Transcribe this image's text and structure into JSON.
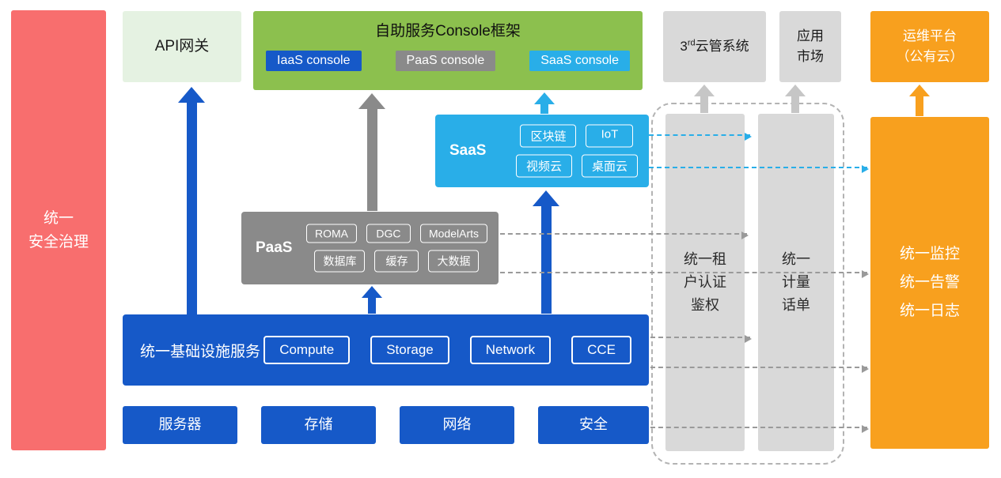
{
  "left_bar": {
    "label": "统一\n安全治理"
  },
  "api_gateway": {
    "label": "API网关"
  },
  "console": {
    "title": "自助服务Console框架",
    "buttons": [
      {
        "label": "IaaS console",
        "color": "#1659C8"
      },
      {
        "label": "PaaS console",
        "color": "#8A8A8A"
      },
      {
        "label": "SaaS console",
        "color": "#29AEE8"
      }
    ]
  },
  "third_party": {
    "prefix": "3",
    "sup": "rd",
    "suffix": "云管系统"
  },
  "app_market": {
    "label": "应用\n市场"
  },
  "om_platform": {
    "label": "运维平台\n（公有云）"
  },
  "saas": {
    "label": "SaaS",
    "tags": [
      "区块链",
      "IoT",
      "视频云",
      "桌面云"
    ]
  },
  "paas": {
    "label": "PaaS",
    "tags": [
      "ROMA",
      "DGC",
      "ModelArts",
      "数据库",
      "缓存",
      "大数据"
    ]
  },
  "infra": {
    "label": "统一基础设施服务",
    "tags": [
      "Compute",
      "Storage",
      "Network",
      "CCE"
    ]
  },
  "bottom_boxes": [
    "服务器",
    "存储",
    "网络",
    "安全"
  ],
  "auth_bar": {
    "label": "统一租\n户认证\n鉴权"
  },
  "billing_bar": {
    "label": "统一\n计量\n话单"
  },
  "monitor_bar": {
    "label": "统一监控\n统一告警\n统一日志"
  },
  "colors": {
    "primary_blue": "#1659C8",
    "gray": "#8A8A8A",
    "light_gray": "#D9D9D9",
    "cyan": "#29AEE8",
    "green": "#8CC04E",
    "light_green": "#E5F2E2",
    "orange": "#F8A01E",
    "red": "#F86E6E"
  }
}
